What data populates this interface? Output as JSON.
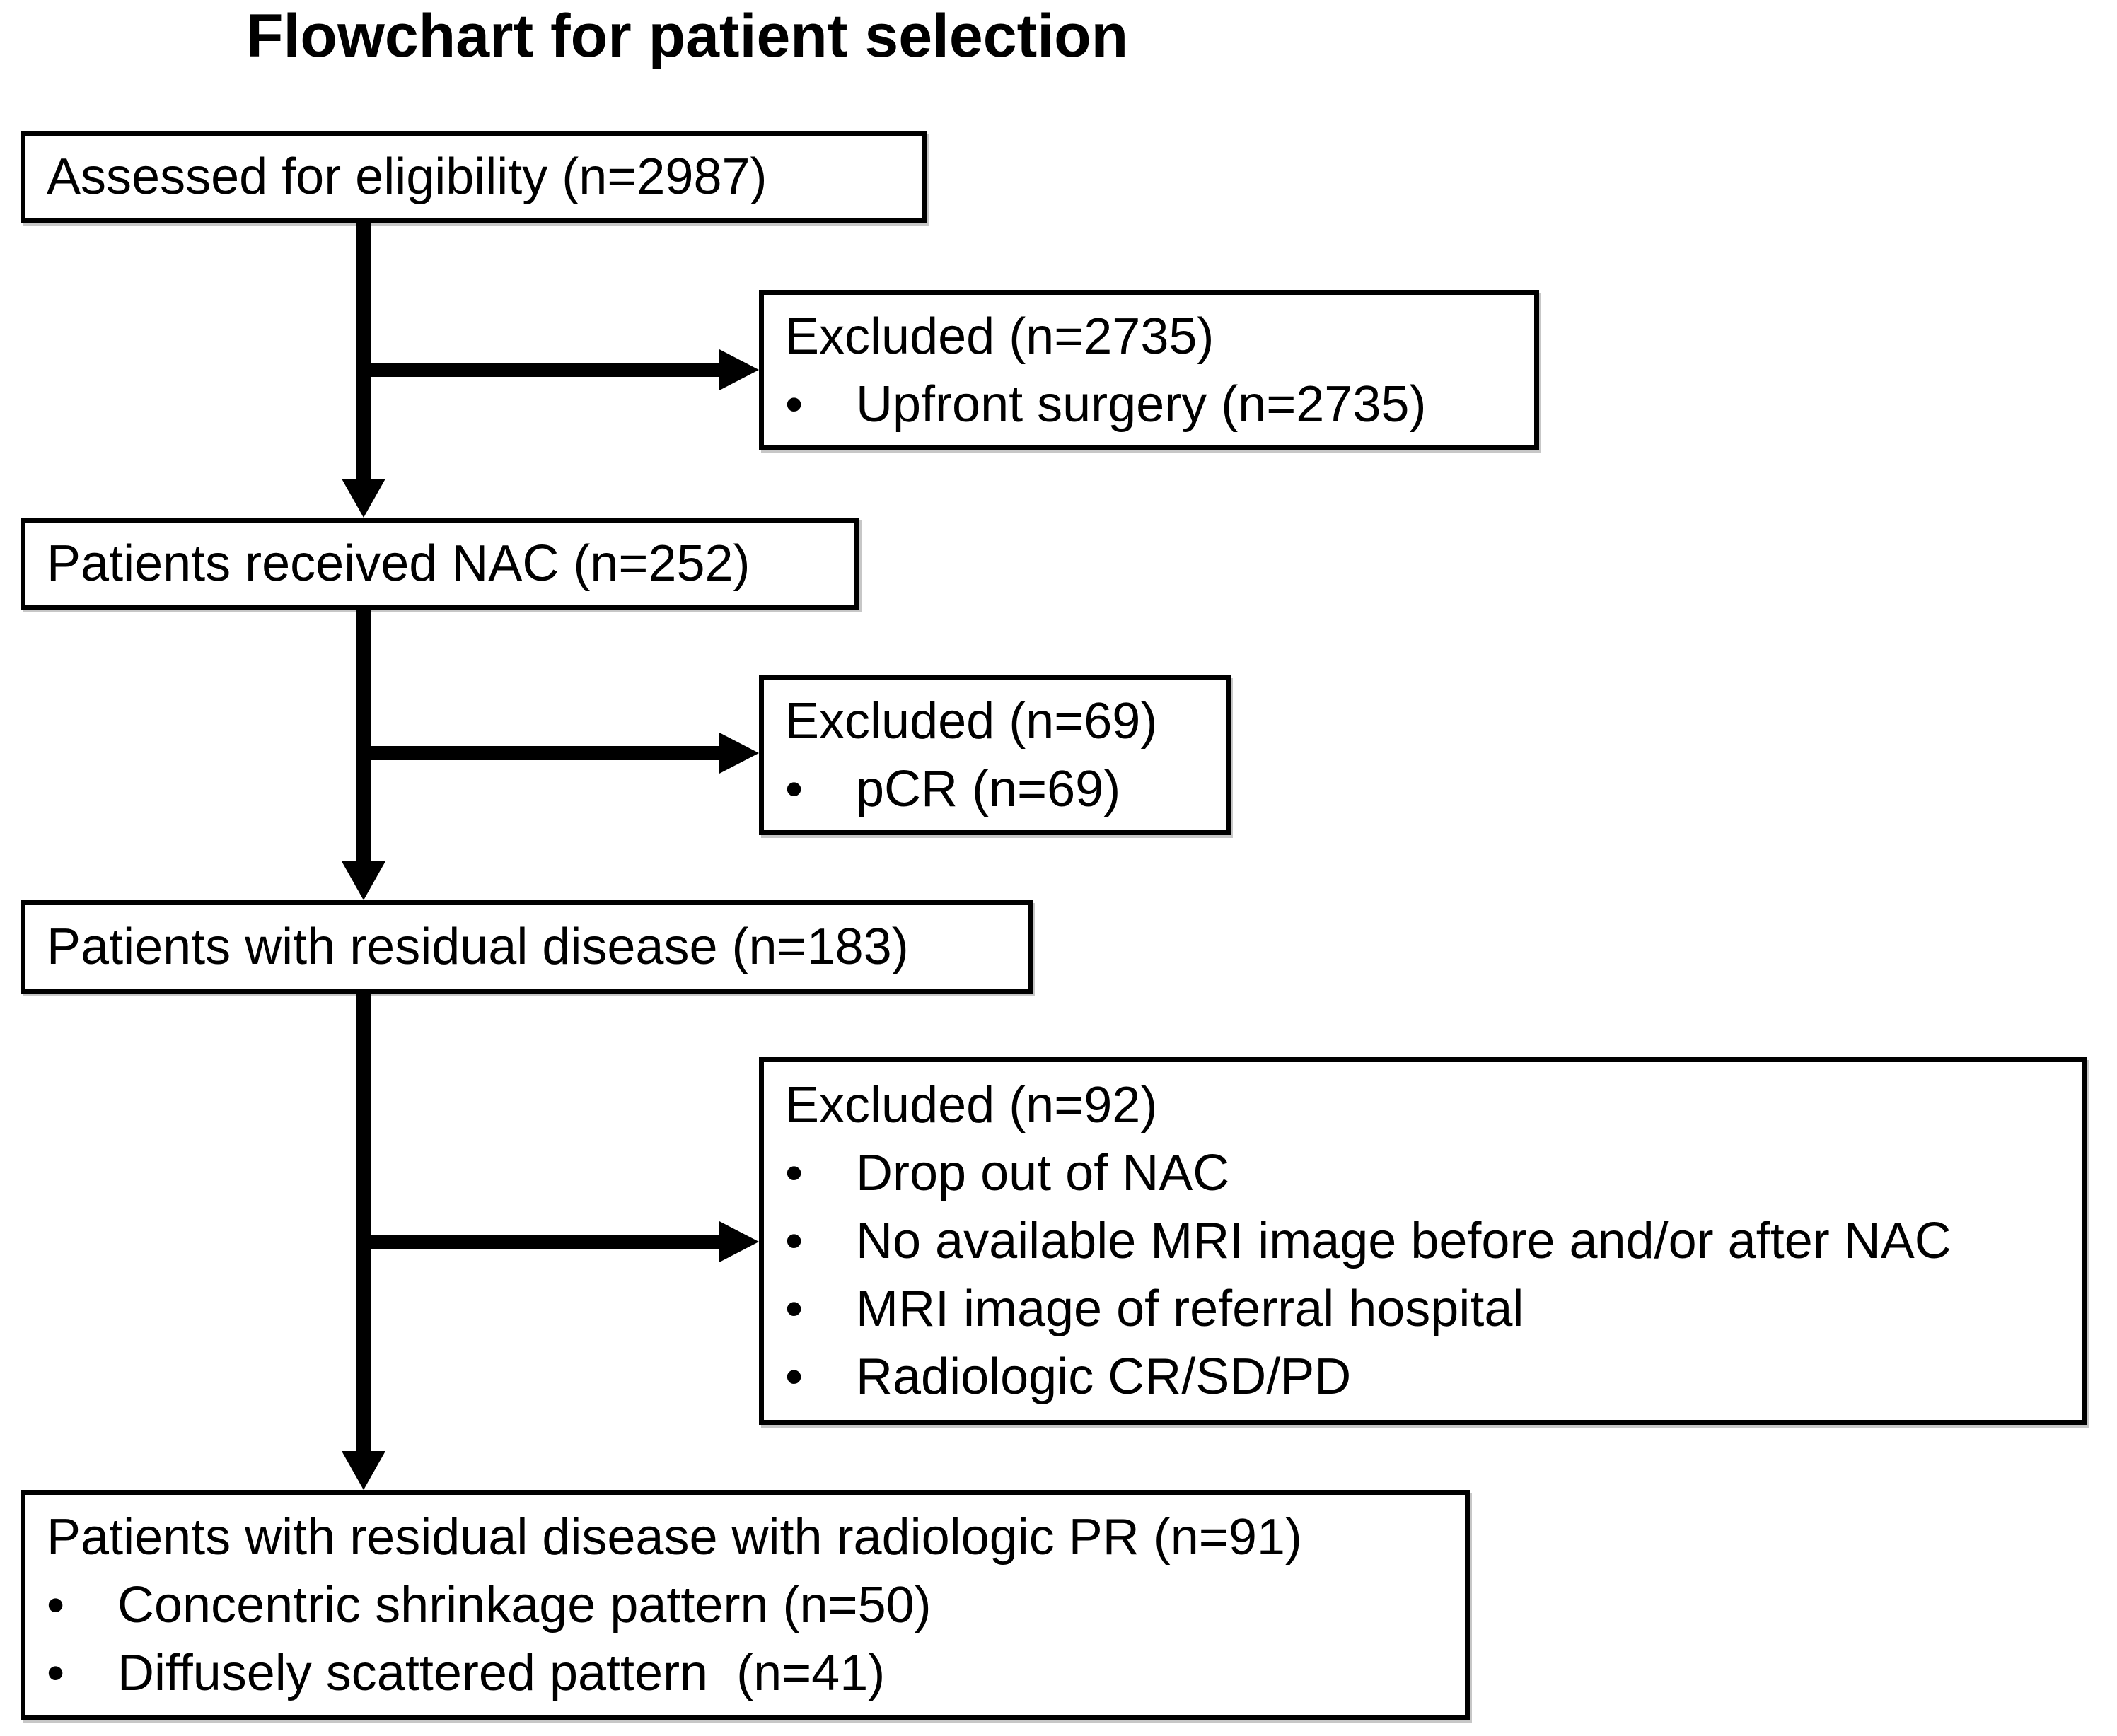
{
  "bullet_char": "•",
  "title": "Flowchart for patient selection",
  "nodes": {
    "assessed": {
      "label": "Assessed for eligibility (n=2987)"
    },
    "excluded_upfront": {
      "heading": "Excluded (n=2735)",
      "items": [
        "Upfront surgery (n=2735)"
      ]
    },
    "received_nac": {
      "label": "Patients received NAC (n=252)"
    },
    "excluded_pcr": {
      "heading": "Excluded (n=69)",
      "items": [
        "pCR (n=69)"
      ]
    },
    "residual_disease": {
      "label": "Patients with residual disease (n=183)"
    },
    "excluded_other": {
      "heading": "Excluded (n=92)",
      "items": [
        "Drop out of NAC",
        "No available MRI image before and/or after NAC",
        "MRI image of referral hospital",
        "Radiologic CR/SD/PD"
      ]
    },
    "radiologic_pr": {
      "heading": "Patients with residual disease with radiologic PR (n=91)",
      "items": [
        "Concentric shrinkage pattern (n=50)",
        "Diffusely scattered pattern  (n=41)"
      ]
    }
  }
}
